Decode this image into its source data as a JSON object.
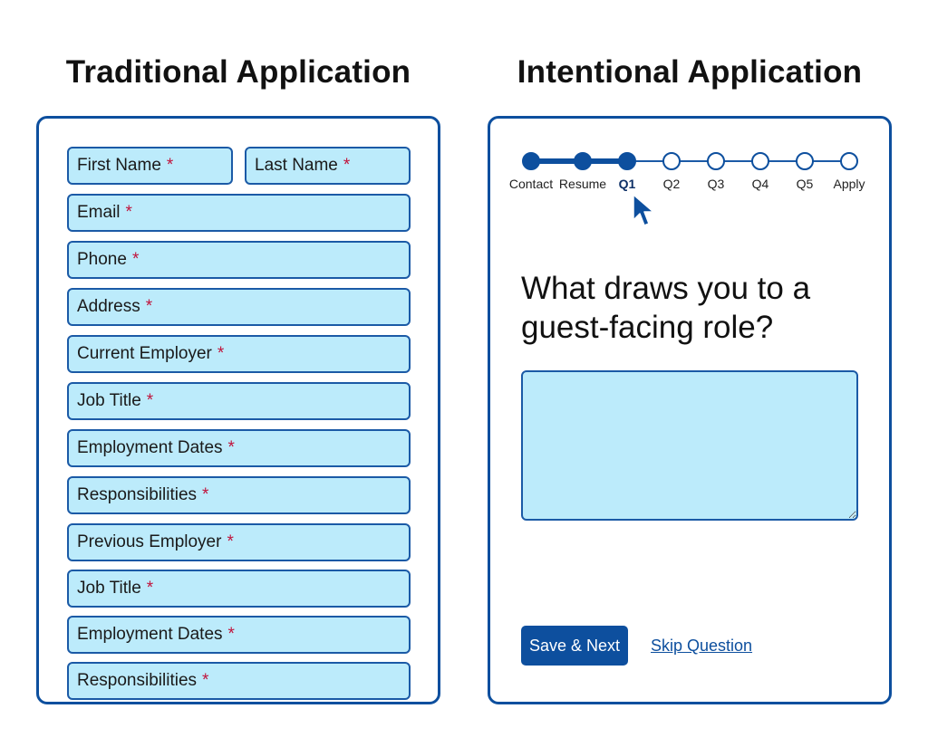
{
  "traditional": {
    "title": "Traditional Application",
    "fields": [
      {
        "label": "First Name",
        "required": "*"
      },
      {
        "label": "Last Name",
        "required": "*"
      },
      {
        "label": "Email",
        "required": "*"
      },
      {
        "label": "Phone",
        "required": "*"
      },
      {
        "label": "Address",
        "required": "*"
      },
      {
        "label": "Current Employer",
        "required": "*"
      },
      {
        "label": "Job Title",
        "required": "*"
      },
      {
        "label": "Employment Dates",
        "required": "*"
      },
      {
        "label": "Responsibilities",
        "required": "*"
      },
      {
        "label": "Previous Employer",
        "required": "*"
      },
      {
        "label": "Job Title",
        "required": "*"
      },
      {
        "label": "Employment Dates",
        "required": "*"
      },
      {
        "label": "Responsibilities",
        "required": "*"
      }
    ]
  },
  "intentional": {
    "title": "Intentional Application",
    "steps": [
      {
        "label": "Contact",
        "state": "done"
      },
      {
        "label": "Resume",
        "state": "done"
      },
      {
        "label": "Q1",
        "state": "active"
      },
      {
        "label": "Q2",
        "state": "todo"
      },
      {
        "label": "Q3",
        "state": "todo"
      },
      {
        "label": "Q4",
        "state": "todo"
      },
      {
        "label": "Q5",
        "state": "todo"
      },
      {
        "label": "Apply",
        "state": "todo"
      }
    ],
    "question": "What draws you to a guest-facing role?",
    "answer_value": "",
    "primary_button": "Save & Next",
    "skip_link": "Skip Question",
    "cursor_icon": "mouse-pointer-icon"
  },
  "colors": {
    "accent": "#0d4f9e",
    "field_fill": "#bcebfb",
    "required_mark": "#c0143c"
  }
}
